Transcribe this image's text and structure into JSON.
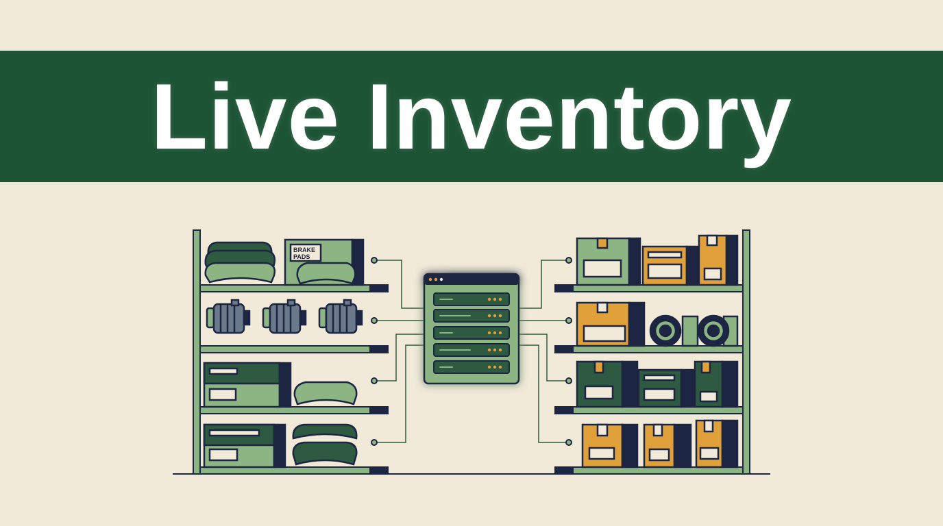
{
  "header": {
    "title": "Live Inventory"
  },
  "illustration": {
    "box_label_line1": "BRAKE",
    "box_label_line2": "PADS"
  },
  "colors": {
    "background": "#f1ead9",
    "banner": "#1e5436",
    "shelf_green": "#8db483",
    "dark_green": "#2e5a41",
    "navy": "#1c2541",
    "amber": "#e0a03a",
    "server_led": "#e0a03a"
  }
}
